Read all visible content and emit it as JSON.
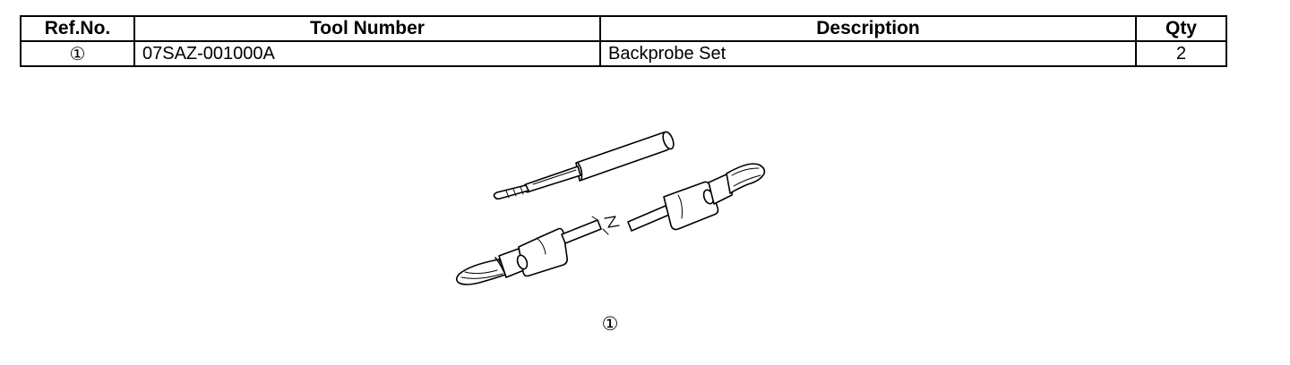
{
  "table": {
    "headers": {
      "ref_no": "Ref.No.",
      "tool_number": "Tool Number",
      "description": "Description",
      "qty": "Qty"
    },
    "rows": [
      {
        "ref_no": "①",
        "tool_number": "07SAZ-001000A",
        "description": "Backprobe Set",
        "qty": "2"
      }
    ]
  },
  "figure": {
    "caption": "①",
    "icon": "backprobe-set-illustration"
  }
}
